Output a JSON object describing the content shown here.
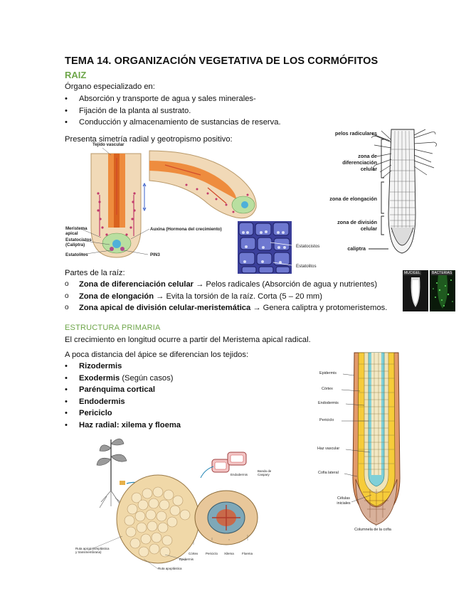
{
  "title": "TEMA 14. ORGANIZACIÓN VEGETATIVA DE LOS CORMÓFITOS",
  "raiz": {
    "heading": "RAIZ",
    "intro": "Órgano especializado en:",
    "functions": [
      "Absorción y transporte de agua y sales minerales-",
      "Fijación de la planta al sustrato.",
      "Conducción y almacenamiento de sustancias de reserva."
    ],
    "symmetry": "Presenta simetría radial y geotropismo positivo:"
  },
  "fig1": {
    "labels": {
      "tejido_vascular": "Tejido vascular",
      "meristema": "Meristema apical",
      "estatocistos": "Estatocistos (Caliptra)",
      "estatolitos": "Estatolitos",
      "auxina": "Auxina (Hormona del crecimiento)",
      "pin3": "PIN3"
    }
  },
  "fig2": {
    "labels": {
      "estatocistos": "Estatocistos",
      "estatolitos": "Estatolitos"
    }
  },
  "fig3": {
    "labels": {
      "pelos": "pelos radiculares",
      "diferenciacion": "zona de diferenciación celular",
      "elongacion": "zona de elongación",
      "division": "zona de división celular",
      "caliptra": "caliptra"
    }
  },
  "fig4": {
    "labels": {
      "mucigel": "MUCIGEL",
      "bacterias": "BACTERIAS"
    }
  },
  "partes": {
    "heading": "Partes de la raíz:",
    "items": [
      {
        "bold": "Zona de diferenciación celular",
        "rest": " → Pelos radicales (Absorción de agua y nutrientes)"
      },
      {
        "bold": "Zona de elongación",
        "rest": " → Evita la torsión de la raíz. Corta (5 – 20 mm)"
      },
      {
        "bold": "Zona apical de división celular-meristemática",
        "rest": " → Genera caliptra y protomeristemos."
      }
    ]
  },
  "estructura": {
    "heading": "ESTRUCTURA PRIMARIA",
    "line1": "El crecimiento en longitud ocurre a partir del Meristema apical radical.",
    "line2": "A poca distancia del ápice se diferencian los tejidos:",
    "tissues": [
      {
        "bold": "Rizodermis",
        "rest": ""
      },
      {
        "bold": "Exodermis",
        "rest": " (Según casos)"
      },
      {
        "bold": "Parénquima cortical",
        "rest": ""
      },
      {
        "bold": "Endodermis",
        "rest": ""
      },
      {
        "bold": "Periciclo",
        "rest": ""
      },
      {
        "bold": "Haz radial: xilema y floema",
        "rest": ""
      }
    ]
  },
  "fig5": {
    "labels": {
      "endodermis": "Endodermis",
      "banda": "Banda de Caspary",
      "ruta": "Ruta apical (simplástica y transmembrana)",
      "cortex": "Córtex",
      "periciclo": "Periciclo",
      "xilema": "Xilema",
      "floema": "Floema",
      "epidermis": "Epidermis",
      "ruta_apo": "Ruta apoplástica"
    }
  },
  "fig6": {
    "labels": {
      "epidermis": "Epidermis",
      "cortex": "Córtex",
      "endodermis": "Endodermis",
      "periciclo": "Periciclo",
      "haz": "Haz vascular",
      "cofia_lateral": "Cofia lateral",
      "iniciales": "Células iniciales",
      "columnela": "Columnela de la cofia"
    }
  }
}
